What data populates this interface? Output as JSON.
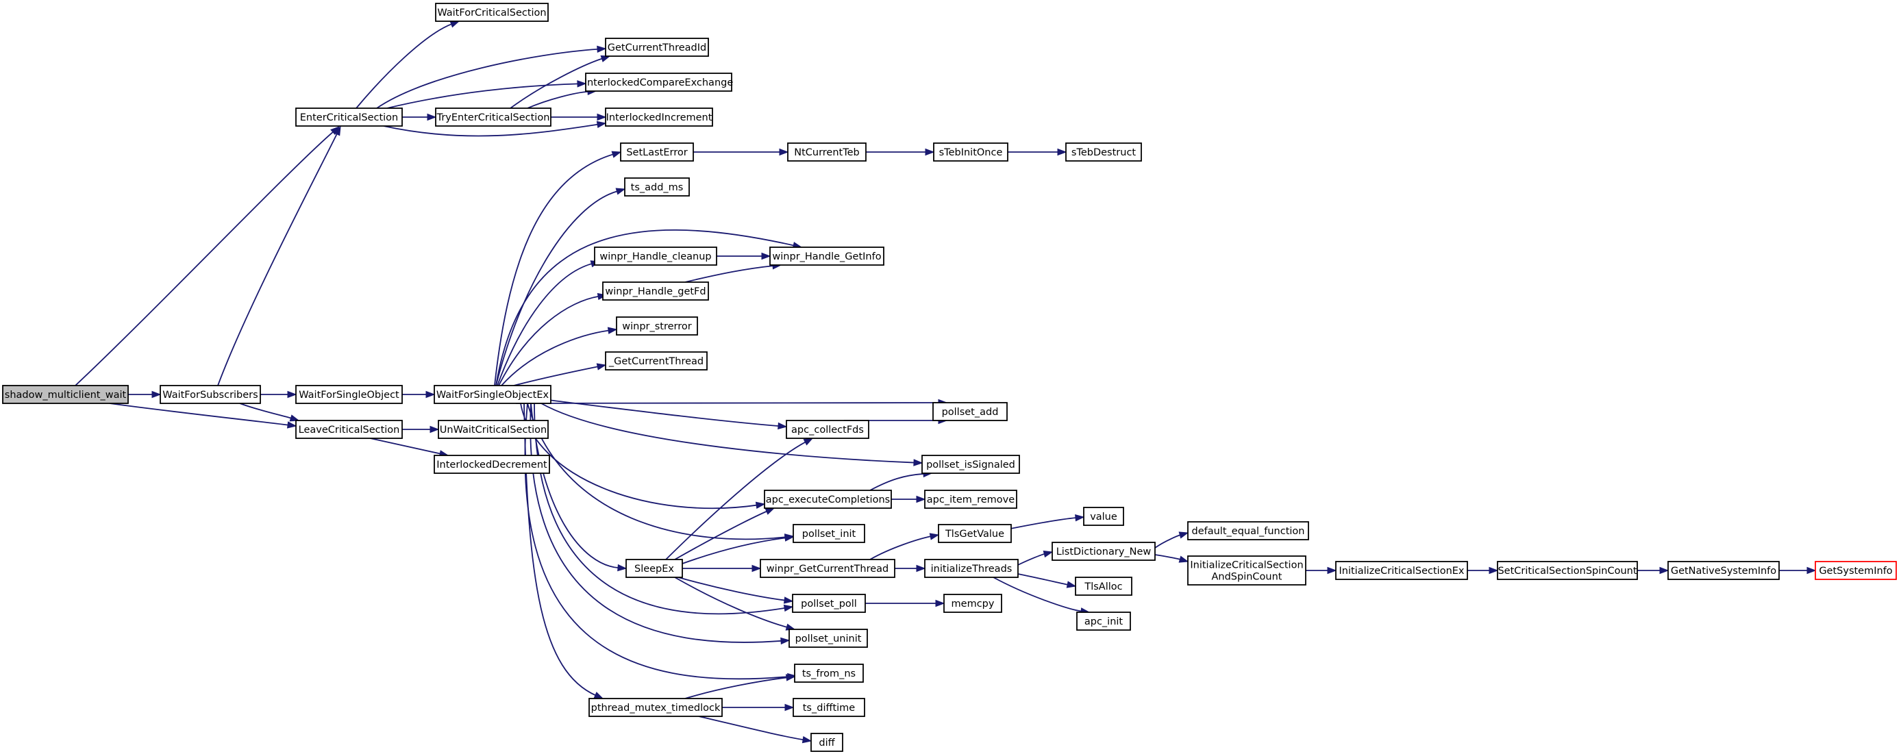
{
  "graph": {
    "title": "",
    "colors": {
      "edge": "#191970",
      "node_border": "#000000",
      "root_fill": "#bfbfbf",
      "truncated_border": "#ff0000"
    },
    "nodes": [
      {
        "id": "shadow_multiclient_wait",
        "lines": [
          "shadow_multiclient_wait"
        ],
        "kind": "root"
      },
      {
        "id": "WaitForSubscribers",
        "lines": [
          "WaitForSubscribers"
        ]
      },
      {
        "id": "EnterCriticalSection",
        "lines": [
          "EnterCriticalSection"
        ]
      },
      {
        "id": "LeaveCriticalSection",
        "lines": [
          "LeaveCriticalSection"
        ]
      },
      {
        "id": "WaitForSingleObject",
        "lines": [
          "WaitForSingleObject"
        ]
      },
      {
        "id": "WaitForCriticalSection",
        "lines": [
          "WaitForCriticalSection"
        ]
      },
      {
        "id": "GetCurrentThreadId",
        "lines": [
          "GetCurrentThreadId"
        ]
      },
      {
        "id": "InterlockedCompareExchange",
        "lines": [
          "InterlockedCompareExchange"
        ]
      },
      {
        "id": "TryEnterCriticalSection",
        "lines": [
          "TryEnterCriticalSection"
        ]
      },
      {
        "id": "InterlockedIncrement",
        "lines": [
          "InterlockedIncrement"
        ]
      },
      {
        "id": "UnWaitCriticalSection",
        "lines": [
          "UnWaitCriticalSection"
        ]
      },
      {
        "id": "InterlockedDecrement",
        "lines": [
          "InterlockedDecrement"
        ]
      },
      {
        "id": "WaitForSingleObjectEx",
        "lines": [
          "WaitForSingleObjectEx"
        ]
      },
      {
        "id": "SetLastError",
        "lines": [
          "SetLastError"
        ]
      },
      {
        "id": "ts_add_ms",
        "lines": [
          "ts_add_ms"
        ]
      },
      {
        "id": "winpr_Handle_cleanup",
        "lines": [
          "winpr_Handle_cleanup"
        ]
      },
      {
        "id": "winpr_Handle_getFd",
        "lines": [
          "winpr_Handle_getFd"
        ]
      },
      {
        "id": "winpr_strerror",
        "lines": [
          "winpr_strerror"
        ]
      },
      {
        "id": "_GetCurrentThread",
        "lines": [
          "_GetCurrentThread"
        ]
      },
      {
        "id": "SleepEx",
        "lines": [
          "SleepEx"
        ]
      },
      {
        "id": "pthread_mutex_timedlock",
        "lines": [
          "pthread_mutex_timedlock"
        ]
      },
      {
        "id": "NtCurrentTeb",
        "lines": [
          "NtCurrentTeb"
        ]
      },
      {
        "id": "sTebInitOnce",
        "lines": [
          "sTebInitOnce"
        ]
      },
      {
        "id": "sTebDestruct",
        "lines": [
          "sTebDestruct"
        ]
      },
      {
        "id": "winpr_Handle_GetInfo",
        "lines": [
          "winpr_Handle_GetInfo"
        ]
      },
      {
        "id": "apc_collectFds",
        "lines": [
          "apc_collectFds"
        ]
      },
      {
        "id": "apc_executeCompletions",
        "lines": [
          "apc_executeCompletions"
        ]
      },
      {
        "id": "pollset_init",
        "lines": [
          "pollset_init"
        ]
      },
      {
        "id": "winpr_GetCurrentThread",
        "lines": [
          "winpr_GetCurrentThread"
        ]
      },
      {
        "id": "pollset_poll",
        "lines": [
          "pollset_poll"
        ]
      },
      {
        "id": "pollset_uninit",
        "lines": [
          "pollset_uninit"
        ]
      },
      {
        "id": "ts_from_ns",
        "lines": [
          "ts_from_ns"
        ]
      },
      {
        "id": "ts_difftime",
        "lines": [
          "ts_difftime"
        ]
      },
      {
        "id": "diff",
        "lines": [
          "diff"
        ]
      },
      {
        "id": "pollset_add",
        "lines": [
          "pollset_add"
        ]
      },
      {
        "id": "pollset_isSignaled",
        "lines": [
          "pollset_isSignaled"
        ]
      },
      {
        "id": "apc_item_remove",
        "lines": [
          "apc_item_remove"
        ]
      },
      {
        "id": "TlsGetValue",
        "lines": [
          "TlsGetValue"
        ]
      },
      {
        "id": "initializeThreads",
        "lines": [
          "initializeThreads"
        ]
      },
      {
        "id": "memcpy",
        "lines": [
          "memcpy"
        ]
      },
      {
        "id": "value",
        "lines": [
          "value"
        ]
      },
      {
        "id": "ListDictionary_New",
        "lines": [
          "ListDictionary_New"
        ]
      },
      {
        "id": "TlsAlloc",
        "lines": [
          "TlsAlloc"
        ]
      },
      {
        "id": "apc_init",
        "lines": [
          "apc_init"
        ]
      },
      {
        "id": "default_equal_function",
        "lines": [
          "default_equal_function"
        ]
      },
      {
        "id": "InitializeCriticalSectionAndSpinCount",
        "lines": [
          "InitializeCriticalSection",
          "AndSpinCount"
        ]
      },
      {
        "id": "InitializeCriticalSectionEx",
        "lines": [
          "InitializeCriticalSectionEx"
        ]
      },
      {
        "id": "SetCriticalSectionSpinCount",
        "lines": [
          "SetCriticalSectionSpinCount"
        ]
      },
      {
        "id": "GetNativeSystemInfo",
        "lines": [
          "GetNativeSystemInfo"
        ]
      },
      {
        "id": "GetSystemInfo",
        "lines": [
          "GetSystemInfo"
        ],
        "kind": "truncated"
      }
    ],
    "edges": [
      [
        "shadow_multiclient_wait",
        "EnterCriticalSection"
      ],
      [
        "shadow_multiclient_wait",
        "WaitForSubscribers"
      ],
      [
        "shadow_multiclient_wait",
        "LeaveCriticalSection"
      ],
      [
        "WaitForSubscribers",
        "EnterCriticalSection"
      ],
      [
        "WaitForSubscribers",
        "WaitForSingleObject"
      ],
      [
        "WaitForSubscribers",
        "LeaveCriticalSection"
      ],
      [
        "EnterCriticalSection",
        "WaitForCriticalSection"
      ],
      [
        "EnterCriticalSection",
        "GetCurrentThreadId"
      ],
      [
        "EnterCriticalSection",
        "InterlockedCompareExchange"
      ],
      [
        "EnterCriticalSection",
        "TryEnterCriticalSection"
      ],
      [
        "EnterCriticalSection",
        "InterlockedIncrement"
      ],
      [
        "TryEnterCriticalSection",
        "GetCurrentThreadId"
      ],
      [
        "TryEnterCriticalSection",
        "InterlockedCompareExchange"
      ],
      [
        "TryEnterCriticalSection",
        "InterlockedIncrement"
      ],
      [
        "LeaveCriticalSection",
        "UnWaitCriticalSection"
      ],
      [
        "LeaveCriticalSection",
        "InterlockedDecrement"
      ],
      [
        "WaitForSingleObject",
        "WaitForSingleObjectEx"
      ],
      [
        "WaitForSingleObjectEx",
        "SetLastError"
      ],
      [
        "WaitForSingleObjectEx",
        "ts_add_ms"
      ],
      [
        "WaitForSingleObjectEx",
        "winpr_Handle_GetInfo"
      ],
      [
        "WaitForSingleObjectEx",
        "winpr_Handle_cleanup"
      ],
      [
        "WaitForSingleObjectEx",
        "winpr_Handle_getFd"
      ],
      [
        "WaitForSingleObjectEx",
        "winpr_strerror"
      ],
      [
        "WaitForSingleObjectEx",
        "_GetCurrentThread"
      ],
      [
        "WaitForSingleObjectEx",
        "pollset_add"
      ],
      [
        "WaitForSingleObjectEx",
        "apc_collectFds"
      ],
      [
        "WaitForSingleObjectEx",
        "pollset_isSignaled"
      ],
      [
        "WaitForSingleObjectEx",
        "apc_executeCompletions"
      ],
      [
        "WaitForSingleObjectEx",
        "pollset_init"
      ],
      [
        "WaitForSingleObjectEx",
        "SleepEx"
      ],
      [
        "WaitForSingleObjectEx",
        "pollset_poll"
      ],
      [
        "WaitForSingleObjectEx",
        "pollset_uninit"
      ],
      [
        "WaitForSingleObjectEx",
        "ts_from_ns"
      ],
      [
        "WaitForSingleObjectEx",
        "pthread_mutex_timedlock"
      ],
      [
        "SetLastError",
        "NtCurrentTeb"
      ],
      [
        "NtCurrentTeb",
        "sTebInitOnce"
      ],
      [
        "sTebInitOnce",
        "sTebDestruct"
      ],
      [
        "winpr_Handle_cleanup",
        "winpr_Handle_GetInfo"
      ],
      [
        "winpr_Handle_getFd",
        "winpr_Handle_GetInfo"
      ],
      [
        "apc_collectFds",
        "pollset_add"
      ],
      [
        "apc_executeCompletions",
        "pollset_isSignaled"
      ],
      [
        "apc_executeCompletions",
        "apc_item_remove"
      ],
      [
        "SleepEx",
        "apc_collectFds"
      ],
      [
        "SleepEx",
        "apc_executeCompletions"
      ],
      [
        "SleepEx",
        "pollset_init"
      ],
      [
        "SleepEx",
        "winpr_GetCurrentThread"
      ],
      [
        "SleepEx",
        "pollset_poll"
      ],
      [
        "SleepEx",
        "pollset_uninit"
      ],
      [
        "winpr_GetCurrentThread",
        "TlsGetValue"
      ],
      [
        "winpr_GetCurrentThread",
        "initializeThreads"
      ],
      [
        "pollset_poll",
        "memcpy"
      ],
      [
        "pthread_mutex_timedlock",
        "ts_from_ns"
      ],
      [
        "pthread_mutex_timedlock",
        "ts_difftime"
      ],
      [
        "pthread_mutex_timedlock",
        "diff"
      ],
      [
        "TlsGetValue",
        "value"
      ],
      [
        "initializeThreads",
        "ListDictionary_New"
      ],
      [
        "initializeThreads",
        "TlsAlloc"
      ],
      [
        "initializeThreads",
        "apc_init"
      ],
      [
        "ListDictionary_New",
        "default_equal_function"
      ],
      [
        "ListDictionary_New",
        "InitializeCriticalSectionAndSpinCount"
      ],
      [
        "InitializeCriticalSectionAndSpinCount",
        "InitializeCriticalSectionEx"
      ],
      [
        "InitializeCriticalSectionEx",
        "SetCriticalSectionSpinCount"
      ],
      [
        "SetCriticalSectionSpinCount",
        "GetNativeSystemInfo"
      ],
      [
        "GetNativeSystemInfo",
        "GetSystemInfo"
      ]
    ]
  }
}
